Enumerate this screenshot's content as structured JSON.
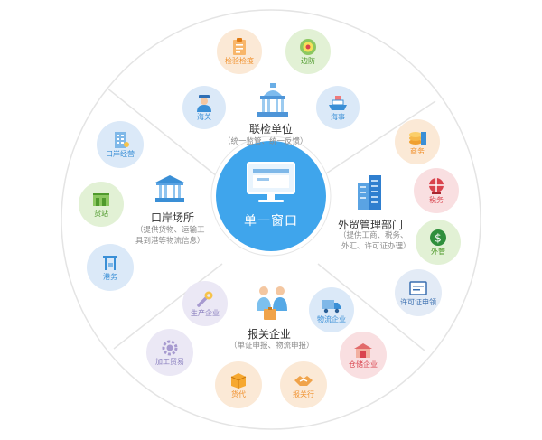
{
  "center": {
    "label": "单一窗口"
  },
  "sections": {
    "top": {
      "title": "联检单位",
      "desc": "（统一监管、统一反馈）"
    },
    "right": {
      "title": "外贸管理部门",
      "desc1": "（提供工商、税务、",
      "desc2": "外汇、许可证办理）"
    },
    "bottom": {
      "title": "报关企业",
      "desc": "（单证申报、物流申报）"
    },
    "left": {
      "title": "口岸场所",
      "desc1": "（提供货物、运输工",
      "desc2": "具到港等物流信息）"
    }
  },
  "nodes": {
    "jianyan": {
      "label": "检验检疫",
      "icon": "clipboard-icon",
      "color": "#f0902c",
      "bg": "#fbe9d6"
    },
    "bianfang": {
      "label": "边防",
      "icon": "border-badge-icon",
      "color": "#4f9a2c",
      "bg": "#e2f1d5"
    },
    "haiguan": {
      "label": "海关",
      "icon": "customs-officer-icon",
      "color": "#3a8fd6",
      "bg": "#dbe9f8"
    },
    "haishi": {
      "label": "海事",
      "icon": "ship-icon",
      "color": "#3a8fd6",
      "bg": "#dbe9f8"
    },
    "shangwu": {
      "label": "商务",
      "icon": "coins-icon",
      "color": "#f0902c",
      "bg": "#fbe9d6"
    },
    "shuiwu": {
      "label": "税务",
      "icon": "tax-globe-icon",
      "color": "#d9434d",
      "bg": "#f9dfe1"
    },
    "waiguan": {
      "label": "外管",
      "icon": "currency-exchange-icon",
      "color": "#4f9a2c",
      "bg": "#e2f1d5"
    },
    "xukezheng": {
      "label": "许可证申领",
      "icon": "certificate-icon",
      "color": "#3a6fb0",
      "bg": "#e3ebf6"
    },
    "wuliu": {
      "label": "物流企业",
      "icon": "truck-icon",
      "color": "#3a8fd6",
      "bg": "#dbe9f8"
    },
    "cangchu": {
      "label": "仓储企业",
      "icon": "warehouse-icon",
      "color": "#d9434d",
      "bg": "#f9dfe1"
    },
    "baoguanhang": {
      "label": "报关行",
      "icon": "handshake-icon",
      "color": "#f0902c",
      "bg": "#fbe9d6"
    },
    "huodai": {
      "label": "货代",
      "icon": "package-icon",
      "color": "#f0902c",
      "bg": "#fbe9d6"
    },
    "jiagong": {
      "label": "加工贸易",
      "icon": "gear-icon",
      "color": "#8a7fbf",
      "bg": "#ebe8f5"
    },
    "shengchan": {
      "label": "生产企业",
      "icon": "wrench-icon",
      "color": "#8a7fbf",
      "bg": "#ebe8f5"
    },
    "gangwu": {
      "label": "港务",
      "icon": "crane-icon",
      "color": "#3a8fd6",
      "bg": "#dbe9f8"
    },
    "huozhan": {
      "label": "货站",
      "icon": "freight-station-icon",
      "color": "#4f9a2c",
      "bg": "#e2f1d5"
    },
    "kouan": {
      "label": "口岸经营",
      "icon": "office-building-icon",
      "color": "#3a8fd6",
      "bg": "#dbe9f8"
    }
  }
}
